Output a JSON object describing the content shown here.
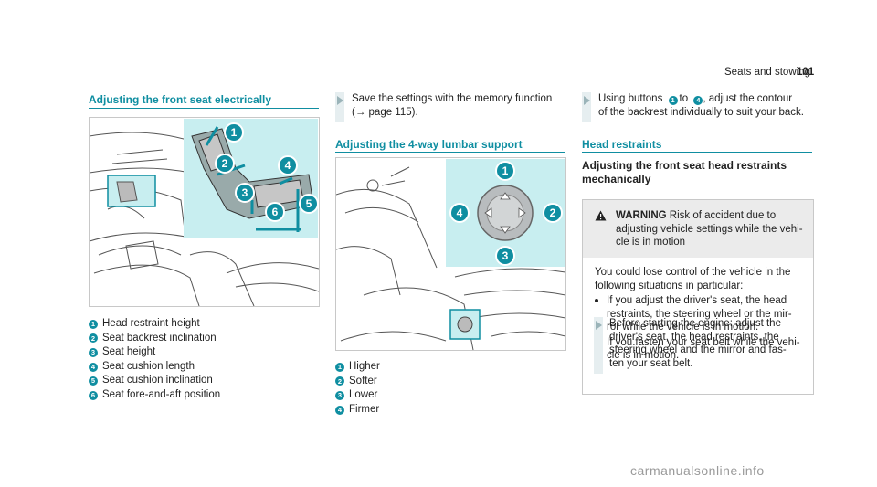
{
  "header": {
    "section": "Seats and stowing",
    "page_number": "101"
  },
  "col1": {
    "heading": "Adjusting the front seat electrically",
    "items": [
      {
        "num": "1",
        "text": "Head restraint height"
      },
      {
        "num": "2",
        "text": "Seat backrest inclination"
      },
      {
        "num": "3",
        "text": "Seat height"
      },
      {
        "num": "4",
        "text": "Seat cushion length"
      },
      {
        "num": "5",
        "text": "Seat cushion inclination"
      },
      {
        "num": "6",
        "text": "Seat fore-and-aft position"
      }
    ]
  },
  "col2": {
    "save_line1": "Save the settings with the memory function",
    "save_line2": "(→ page 115).",
    "heading": "Adjusting the 4-way lumbar support",
    "items": [
      {
        "num": "1",
        "text": "Higher"
      },
      {
        "num": "2",
        "text": "Softer"
      },
      {
        "num": "3",
        "text": "Lower"
      },
      {
        "num": "4",
        "text": "Firmer"
      }
    ]
  },
  "col3": {
    "using_line1_pre": "Using buttons",
    "using_line1_mid": "to",
    "using_line1_post": ", adjust the contour",
    "using_line2": "of the backrest individually to suit your back.",
    "btn_from": "1",
    "btn_to": "4",
    "heading": "Head restraints",
    "sub_line1": "Adjusting the front seat head restraints",
    "sub_line2": "mechanically",
    "warning": {
      "label": "WARNING",
      "line1": "Risk of accident due to",
      "line2": "adjusting vehicle settings while the vehi-",
      "line3": "cle is in motion",
      "intro1": "You could lose control of the vehicle in the",
      "intro2": "following situations in particular:",
      "bullets": [
        {
          "l1": "If you adjust the driver's seat, the head",
          "l2": "restraints, the steering wheel or the mir-",
          "l3": "ror while the vehicle is in motion."
        },
        {
          "l1": "If you fasten your seat belt while the vehi-",
          "l2": "cle is in motion.",
          "l3": ""
        }
      ],
      "before1": "Before starting the engine: adjust the",
      "before2": "driver's seat, the head restraints, the",
      "before3": "steering wheel and the mirror and fas-",
      "before4": "ten your seat belt."
    }
  },
  "brand": "carmanualsonline.info",
  "colors": {
    "accent": "#0f8ea1",
    "panel": "#c8eef0"
  }
}
